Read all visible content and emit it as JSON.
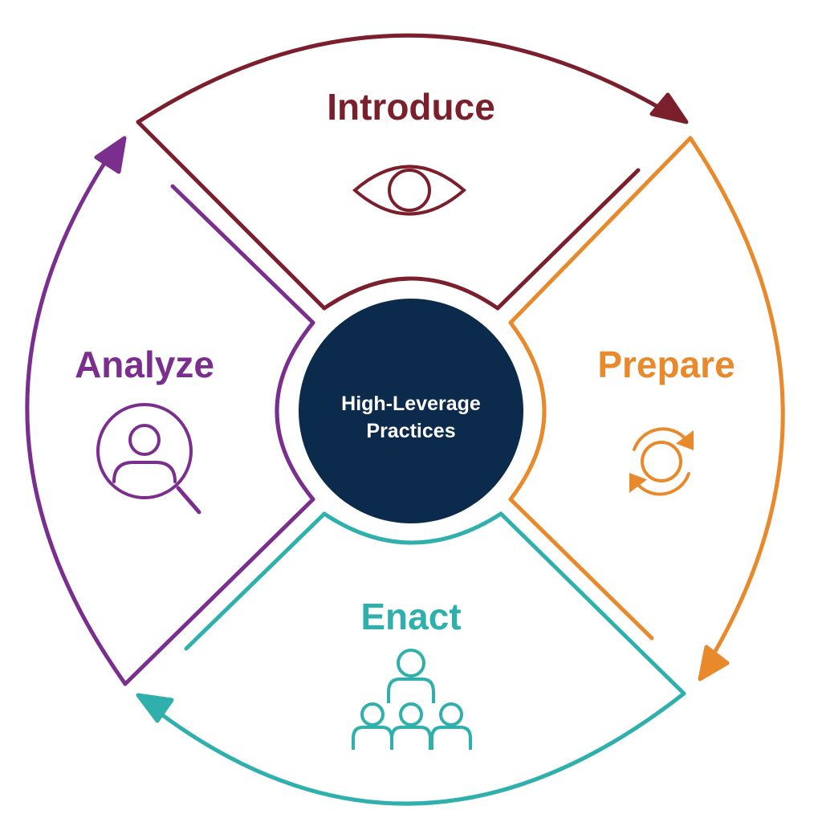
{
  "colors": {
    "introduce": "#7a1f2b",
    "prepare": "#e8892b",
    "enact": "#2fb0ad",
    "analyze": "#7a2f8e",
    "center_fill": "#0c2a4b"
  },
  "center": {
    "line1": "High-Leverage",
    "line2": "Practices"
  },
  "stages": {
    "introduce": {
      "label": "Introduce",
      "icon": "eye-icon"
    },
    "prepare": {
      "label": "Prepare",
      "icon": "refresh-cycle-icon"
    },
    "enact": {
      "label": "Enact",
      "icon": "group-people-icon"
    },
    "analyze": {
      "label": "Analyze",
      "icon": "person-search-icon"
    }
  }
}
